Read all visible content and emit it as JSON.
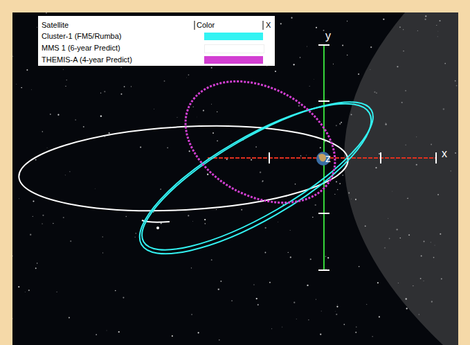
{
  "diagram": {
    "labels": [
      "Satellite",
      "Color",
      "X",
      "y",
      "x",
      "z"
    ],
    "legend": [
      {
        "text": "Cluster-1 (FM5/Rumba)",
        "color": "#33f3f3"
      },
      {
        "text": "MMS 1 (6-year Predict)",
        "color": "#ffffff"
      },
      {
        "text": "THEMIS-A (4-year Predict)",
        "color": "#d23fd2"
      }
    ]
  }
}
